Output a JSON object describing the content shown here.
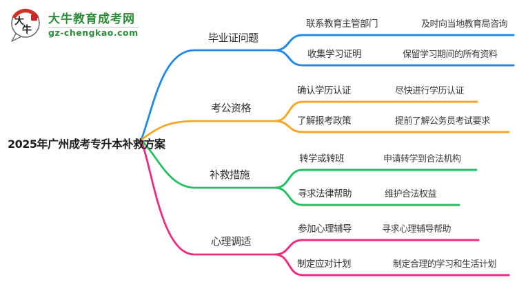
{
  "logo": {
    "icon_chars": "大牛",
    "site_name": "大牛教育成考网",
    "site_url": "gz-chengkao.com",
    "brand_green": "#2e8b3a",
    "seal_red": "#c9252c",
    "arc_red": "#d22f27"
  },
  "mindmap": {
    "root": "2025年广州成考专升本补救方案",
    "branches": [
      {
        "label": "毕业证问题",
        "color": "#1f88e8",
        "children": [
          {
            "label": "联系教育主管部门",
            "leaf": "及时向当地教育局咨询"
          },
          {
            "label": "收集学习证明",
            "leaf": "保留学习期间的所有资料"
          }
        ]
      },
      {
        "label": "考公资格",
        "color": "#f7a723",
        "children": [
          {
            "label": "确认学历认证",
            "leaf": "尽快进行学历认证"
          },
          {
            "label": "了解报考政策",
            "leaf": "提前了解公务员考试要求"
          }
        ]
      },
      {
        "label": "补救措施",
        "color": "#22bf63",
        "children": [
          {
            "label": "转学或转班",
            "leaf": "申请转学到合法机构"
          },
          {
            "label": "寻求法律帮助",
            "leaf": "维护合法权益"
          }
        ]
      },
      {
        "label": "心理调适",
        "color": "#ef2a7f",
        "children": [
          {
            "label": "参加心理辅导",
            "leaf": "寻求心理辅导帮助"
          },
          {
            "label": "制定应对计划",
            "leaf": "制定合理的学习和生活计划"
          }
        ]
      }
    ]
  }
}
